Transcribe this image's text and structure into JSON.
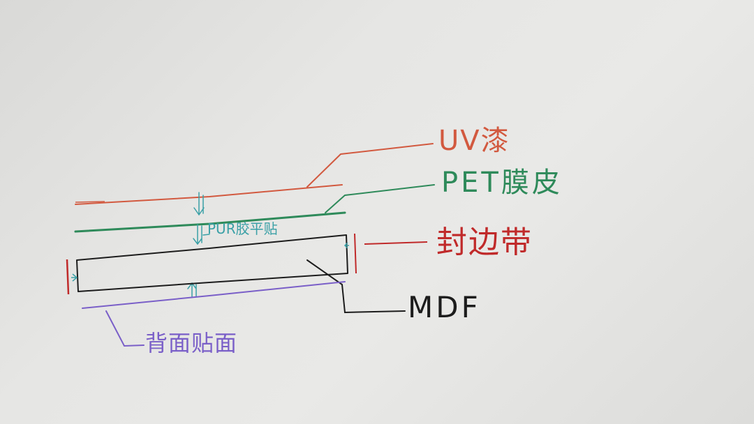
{
  "labels": {
    "uv_paint": "UV漆",
    "pet_film": "PET膜皮",
    "edge_band": "封边带",
    "mdf": "MDF",
    "back_veneer": "背面贴面",
    "pur_glue": "PUR胶平贴"
  },
  "colors": {
    "paper": "#e6e6e4",
    "uv_paint": "#d2593f",
    "pet_film": "#2e8a5a",
    "edge_band": "#c02a2a",
    "mdf": "#1c1c1c",
    "back_veneer": "#7a5fc8",
    "pur_glue": "#3aa0a6"
  }
}
